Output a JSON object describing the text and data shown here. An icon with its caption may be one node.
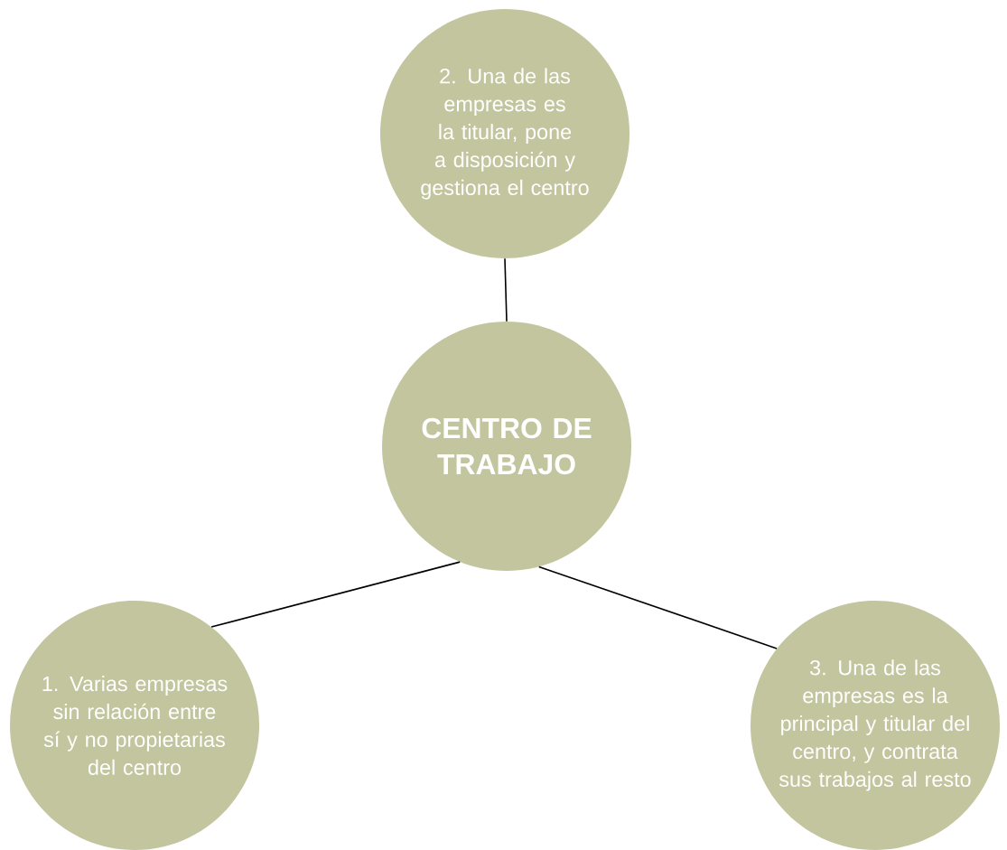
{
  "diagram": {
    "nodes": [
      {
        "text": [
          "2. Una de las empresas es la titular, pone a disposición y gestiona el centro"
        ]
      },
      {
        "text": [
          "CENTRO DE TRABAJO"
        ]
      },
      {
        "text": [
          "1. Varias empresas sin relación entre sí y no propietarias del centro"
        ]
      },
      {
        "text": [
          "3. Una de las empresas es la principal y titular del centro, y contrata sus trabajos al resto"
        ]
      }
    ],
    "edges": [
      {
        "from": 0,
        "to": 1,
        "arrow": "none"
      },
      {
        "from": 1,
        "to": 2,
        "arrow": "none"
      },
      {
        "from": 1,
        "to": 3,
        "arrow": "none"
      }
    ]
  }
}
